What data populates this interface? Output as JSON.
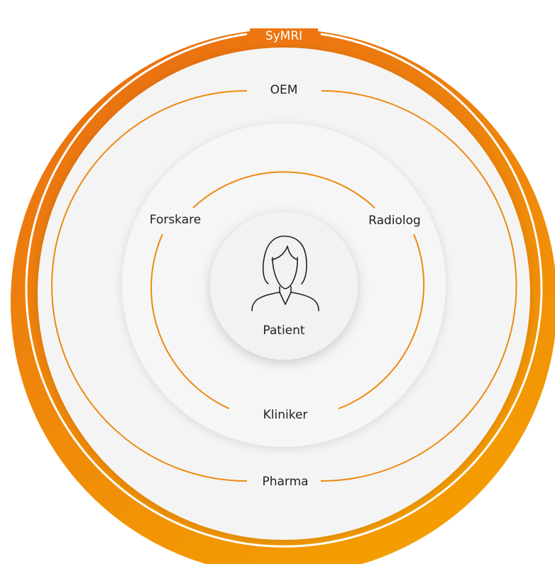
{
  "colors": {
    "orange_light": "#f5a000",
    "orange_dark": "#ea7112",
    "orange_line": "#ee8a10",
    "inner_fill": "#f4f4f4",
    "white_line": "#ffffff"
  },
  "rings": {
    "outer": "SyMRI",
    "second": "OEM",
    "left_arc": "Forskare",
    "right_arc": "Radiolog",
    "inner_bottom": "Kliniker",
    "outer_bottom": "Pharma"
  },
  "center": {
    "label": "Patient",
    "icon": "patient-icon"
  }
}
